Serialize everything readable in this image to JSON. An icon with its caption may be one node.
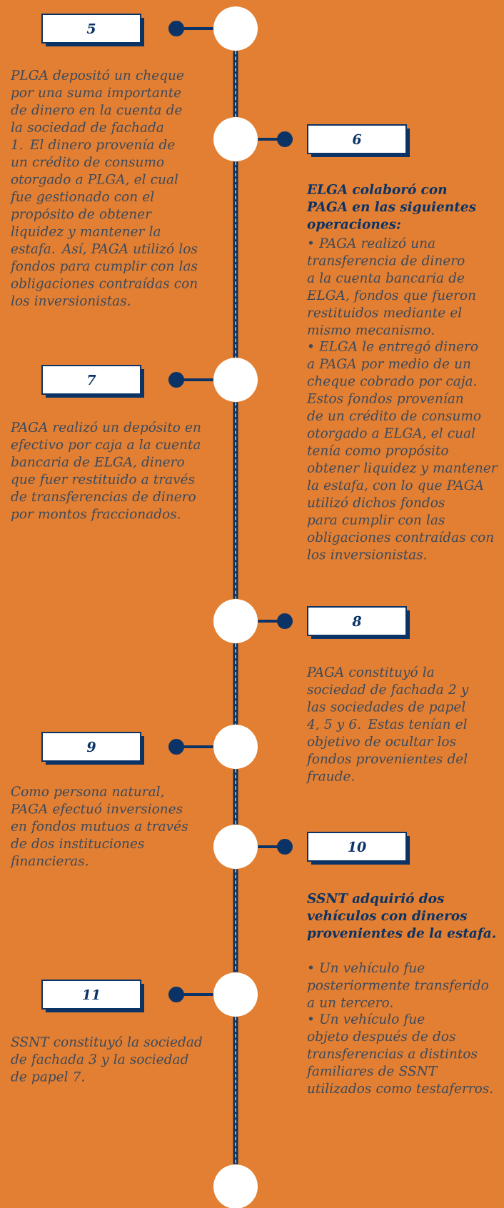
{
  "diagram": {
    "nodes": [
      {
        "text": [],
        "shape": "circle"
      },
      {
        "text": [
          "5"
        ],
        "beside": [
          "PLGA depositó un cheque por una suma importante de dinero en la cuenta de la sociedad de fachada 1. El dinero provenía de un crédito de consumo otorgado a PLGA, el cual fue gestionado con el propósito de obtener liquidez y mantener la estafa. Así, PAGA utilizó los fondos para cumplir con las obligaciones contraídas con los inversionistas."
        ]
      },
      {
        "text": [],
        "shape": "circle"
      },
      {
        "text": [
          "6"
        ],
        "beside": [
          "ELGA colaboró con PAGA en las siguientes operaciones:",
          "• PAGA realizó una transferencia de dinero a la cuenta bancaria de ELGA, fondos que fueron restituidos mediante el mismo mecanismo.",
          "• ELGA le entregó dinero a PAGA por medio de un cheque cobrado por caja. Estos fondos provenían de un crédito de consumo otorgado a ELGA, el cual tenía como propósito obtener liquidez y mantener la estafa, con lo que PAGA utilizó dichos fondos para cumplir con las obligaciones contraídas con los inversionistas."
        ]
      },
      {
        "text": [],
        "shape": "circle"
      },
      {
        "text": [
          "7"
        ],
        "beside": [
          "PAGA realizó un depósito en efectivo por caja a la cuenta bancaria de ELGA, dinero que fuer restituido a través de transferencias de dinero por montos fraccionados."
        ]
      },
      {
        "text": [],
        "shape": "circle"
      },
      {
        "text": [
          "8"
        ],
        "beside": [
          "PAGA constituyó la sociedad de fachada 2 y las sociedades de papel 4, 5 y 6. Estas tenían el objetivo de ocultar los fondos provenientes del fraude."
        ]
      },
      {
        "text": [],
        "shape": "circle"
      },
      {
        "text": [
          "9"
        ],
        "beside": [
          "Como persona natural, PAGA efectuó inversiones en fondos mutuos a través de dos instituciones financieras."
        ]
      },
      {
        "text": [],
        "shape": "circle"
      },
      {
        "text": [
          "10"
        ],
        "beside": [
          "SSNT adquirió dos vehículos con dineros provenientes de la estafa.",
          "• Un vehículo fue posteriormente transferido a un tercero.",
          "• Un vehículo fue objeto después de dos transferencias a distintos familiares de SSNT utilizados como testaferros."
        ]
      },
      {
        "text": [],
        "shape": "circle"
      },
      {
        "text": [
          "11"
        ],
        "beside": [
          "SSNT constituyó la sociedad de fachada 3 y la sociedad de papel 7."
        ]
      },
      {
        "text": [],
        "shape": "circle"
      }
    ],
    "edges": [
      {
        "from": 0,
        "to": 1,
        "arrow": "other"
      },
      {
        "from": 2,
        "to": 3,
        "arrow": "other"
      },
      {
        "from": 4,
        "to": 5,
        "arrow": "other"
      },
      {
        "from": 6,
        "to": 7,
        "arrow": "other"
      },
      {
        "from": 8,
        "to": 9,
        "arrow": "other"
      },
      {
        "from": 10,
        "to": 11,
        "arrow": "other"
      },
      {
        "from": 12,
        "to": 13,
        "arrow": "other"
      },
      {
        "from": 0,
        "to": 2,
        "arrow": "none"
      },
      {
        "from": 2,
        "to": 4,
        "arrow": "none"
      },
      {
        "from": 4,
        "to": 6,
        "arrow": "none"
      },
      {
        "from": 6,
        "to": 8,
        "arrow": "none"
      },
      {
        "from": 8,
        "to": 10,
        "arrow": "none"
      },
      {
        "from": 10,
        "to": 12,
        "arrow": "none"
      },
      {
        "from": 12,
        "to": 14,
        "arrow": "none"
      }
    ]
  }
}
